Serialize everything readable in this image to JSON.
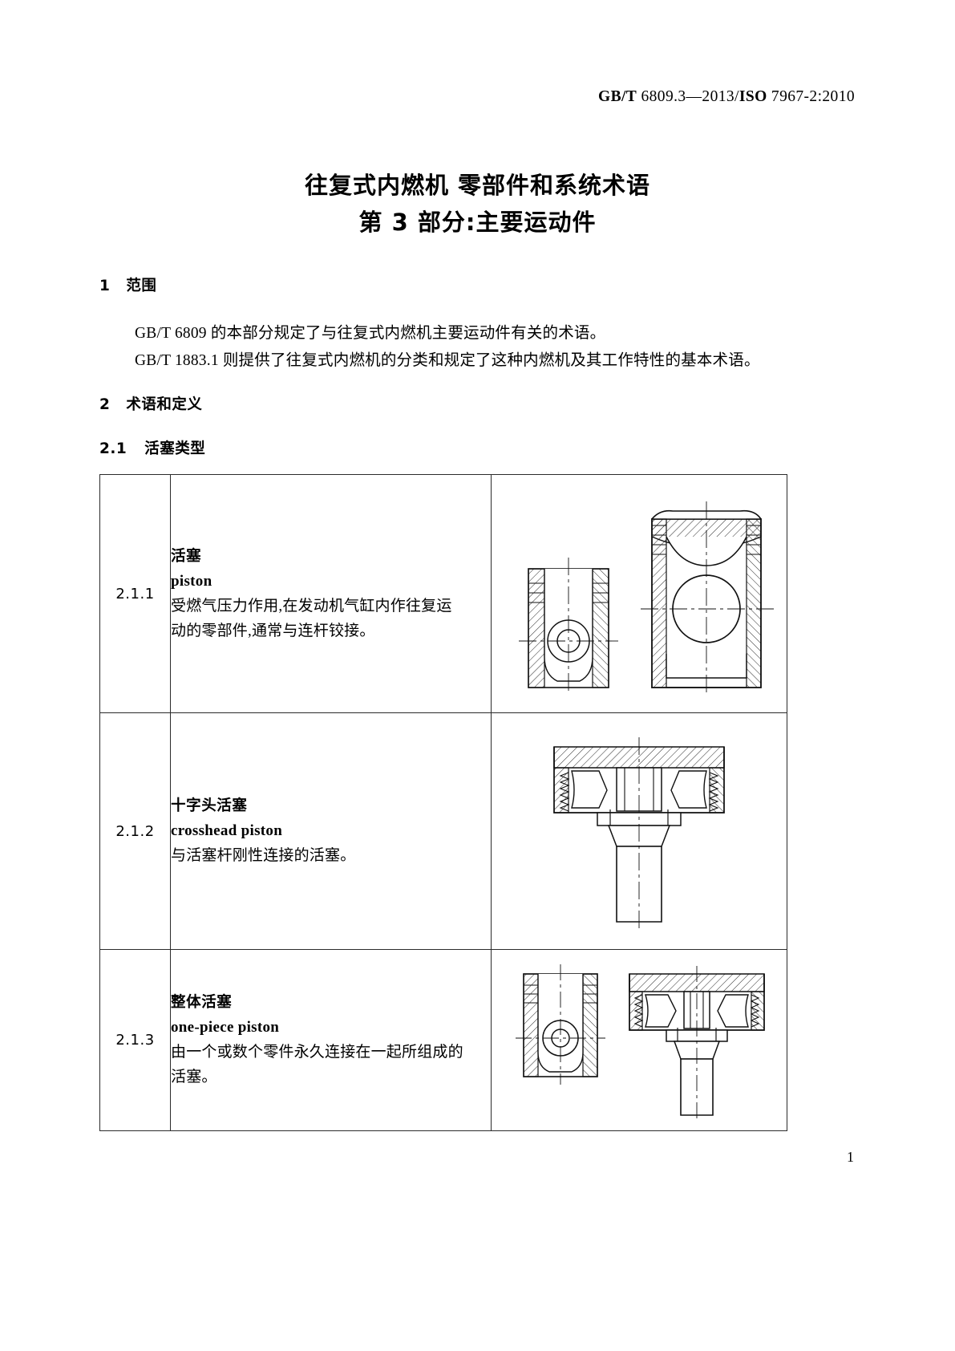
{
  "header": {
    "standard_prefix": "GB/T",
    "standard_number": " 6809.3—2013/",
    "iso_prefix": "ISO",
    "iso_number": " 7967-2:2010",
    "full": "GB/T 6809.3—2013/ISO 7967-2:2010"
  },
  "title": {
    "line1": "往复式内燃机    零部件和系统术语",
    "line2": "第 3 部分:主要运动件"
  },
  "sections": {
    "scope": {
      "number": "1",
      "label": "范围"
    },
    "terms": {
      "number": "2",
      "label": "术语和定义"
    },
    "piston_types": {
      "number": "2.1",
      "label": "活塞类型"
    }
  },
  "paragraphs": {
    "p1": "GB/T 6809 的本部分规定了与往复式内燃机主要运动件有关的术语。",
    "p2": "GB/T 1883.1 则提供了往复式内燃机的分类和规定了这种内燃机及其工作特性的基本术语。"
  },
  "table": {
    "rows": [
      {
        "clause": "2.1.1",
        "term_cn": "活塞",
        "term_en": "piston",
        "definition_line1": "受燃气压力作用,在发动机气缸内作往复运",
        "definition_line2": "动的零部件,通常与连杆铰接。",
        "figure": "piston-sectional-drawing"
      },
      {
        "clause": "2.1.2",
        "term_cn": "十字头活塞",
        "term_en": "crosshead piston",
        "definition_line1": "与活塞杆刚性连接的活塞。",
        "definition_line2": "",
        "figure": "crosshead-piston-sectional-drawing"
      },
      {
        "clause": "2.1.3",
        "term_cn": "整体活塞",
        "term_en": "one-piece piston",
        "definition_line1": "由一个或数个零件永久连接在一起所组成的",
        "definition_line2": "活塞。",
        "figure": "one-piece-piston-sectional-drawing"
      }
    ]
  },
  "page_number": "1",
  "colors": {
    "text": "#000000",
    "rule": "#2b2b2b",
    "background": "#ffffff"
  }
}
